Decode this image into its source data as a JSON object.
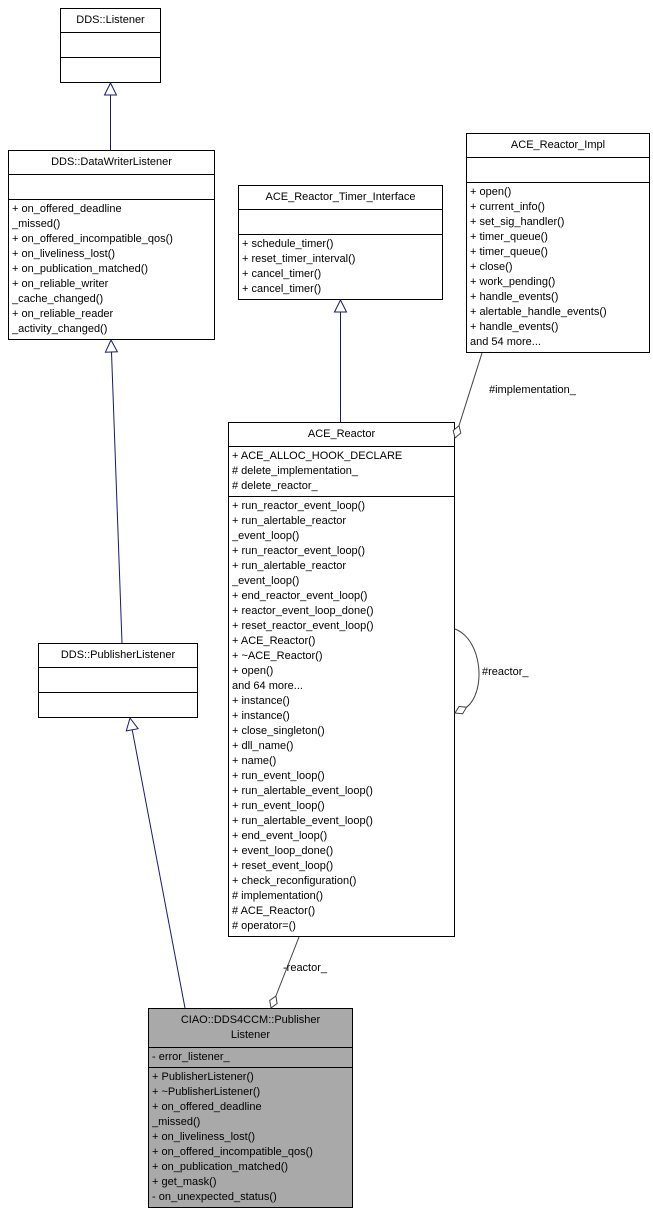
{
  "diagram": {
    "colors": {
      "inheritance_edge": "#191970",
      "usage_edge": "#404040",
      "node_border": "#000000",
      "node_fill": "#ffffff",
      "selected_node_fill": "#a9a9a9"
    },
    "nodes": {
      "dds_listener": {
        "title": "DDS::Listener"
      },
      "dds_datawriterlistener": {
        "title": "DDS::DataWriterListener",
        "methods": [
          "+ on_offered_deadline",
          "_missed()",
          "+ on_offered_incompatible_qos()",
          "+ on_liveliness_lost()",
          "+ on_publication_matched()",
          "+ on_reliable_writer",
          "_cache_changed()",
          "+ on_reliable_reader",
          "_activity_changed()"
        ]
      },
      "ace_reactor_timer_interface": {
        "title": "ACE_Reactor_Timer_Interface",
        "methods": [
          "+ schedule_timer()",
          "+ reset_timer_interval()",
          "+ cancel_timer()",
          "+ cancel_timer()"
        ]
      },
      "ace_reactor_impl": {
        "title": "ACE_Reactor_Impl",
        "methods": [
          "+ open()",
          "+ current_info()",
          "+ set_sig_handler()",
          "+ timer_queue()",
          "+ timer_queue()",
          "+ close()",
          "+ work_pending()",
          "+ handle_events()",
          "+ alertable_handle_events()",
          "+ handle_events()",
          "and 54 more..."
        ]
      },
      "ace_reactor": {
        "title": "ACE_Reactor",
        "attributes": [
          "+ ACE_ALLOC_HOOK_DECLARE",
          "# delete_implementation_",
          "# delete_reactor_"
        ],
        "methods": [
          "+ run_reactor_event_loop()",
          "+ run_alertable_reactor",
          "_event_loop()",
          "+ run_reactor_event_loop()",
          "+ run_alertable_reactor",
          "_event_loop()",
          "+ end_reactor_event_loop()",
          "+ reactor_event_loop_done()",
          "+ reset_reactor_event_loop()",
          "+ ACE_Reactor()",
          "+ ~ACE_Reactor()",
          "+ open()",
          "and 64 more...",
          "+ instance()",
          "+ instance()",
          "+ close_singleton()",
          "+ dll_name()",
          "+ name()",
          "+ run_event_loop()",
          "+ run_alertable_event_loop()",
          "+ run_event_loop()",
          "+ run_alertable_event_loop()",
          "+ end_event_loop()",
          "+ event_loop_done()",
          "+ reset_event_loop()",
          "+ check_reconfiguration()",
          "# implementation()",
          "# ACE_Reactor()",
          "# operator=()"
        ]
      },
      "dds_publisherlistener": {
        "title": "DDS::PublisherListener"
      },
      "ciao_publisherlistener": {
        "title": "CIAO::DDS4CCM::Publisher\nListener",
        "attributes": [
          "- error_listener_"
        ],
        "methods": [
          "+ PublisherListener()",
          "+ ~PublisherListener()",
          "+ on_offered_deadline",
          "_missed()",
          "+ on_liveliness_lost()",
          "+ on_offered_incompatible_qos()",
          "+ on_publication_matched()",
          "+ get_mask()",
          "- on_unexpected_status()"
        ]
      }
    },
    "edge_labels": {
      "implementation": "#implementation_",
      "reactor_self": "#reactor_",
      "reactor": "-reactor_"
    }
  }
}
